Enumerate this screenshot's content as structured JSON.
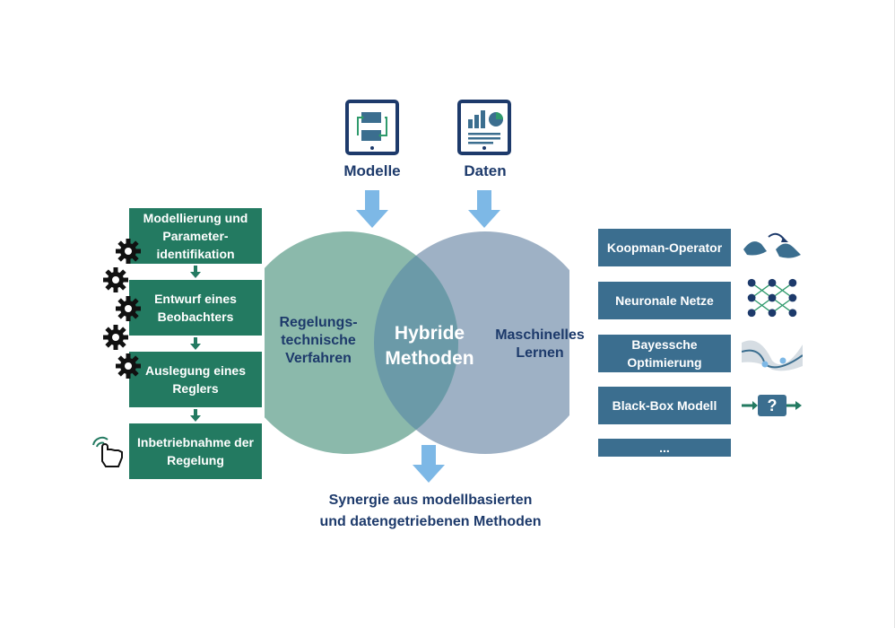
{
  "inputs": {
    "models_label": "Modelle",
    "data_label": "Daten"
  },
  "venn": {
    "left_label_line1": "Regelungs-",
    "left_label_line2": "technische",
    "left_label_line3": "Verfahren",
    "center_line1": "Hybride",
    "center_line2": "Methoden",
    "right_label_line1": "Maschinelles",
    "right_label_line2": "Lernen",
    "left_color": "#8bb9ab",
    "right_color": "#9eb1c5",
    "overlap_color": "#6b9aa8"
  },
  "synergy": {
    "line1": "Synergie aus modellbasierten",
    "line2": "und datengetriebenen Methoden"
  },
  "control_steps": [
    {
      "line1": "Modellierung und",
      "line2": "Parameter-",
      "line3": "identifikation"
    },
    {
      "line1": "Entwurf eines",
      "line2": "Beobachters"
    },
    {
      "line1": "Auslegung eines",
      "line2": "Reglers"
    },
    {
      "line1": "Inbetriebnahme der",
      "line2": "Regelung"
    }
  ],
  "ml_methods": [
    {
      "label": "Koopman-Operator",
      "icon": "koopman-wave-icon"
    },
    {
      "label": "Neuronale Netze",
      "icon": "neural-network-icon"
    },
    {
      "label_line1": "Bayessche",
      "label_line2": "Optimierung",
      "icon": "bayesian-curve-icon"
    },
    {
      "label": "Black-Box Modell",
      "icon": "black-box-icon"
    },
    {
      "label": "..."
    }
  ],
  "colors": {
    "green": "#237a61",
    "blue_box": "#3b6e8f",
    "navy": "#1d3a6b",
    "arrow": "#7db8e6"
  }
}
